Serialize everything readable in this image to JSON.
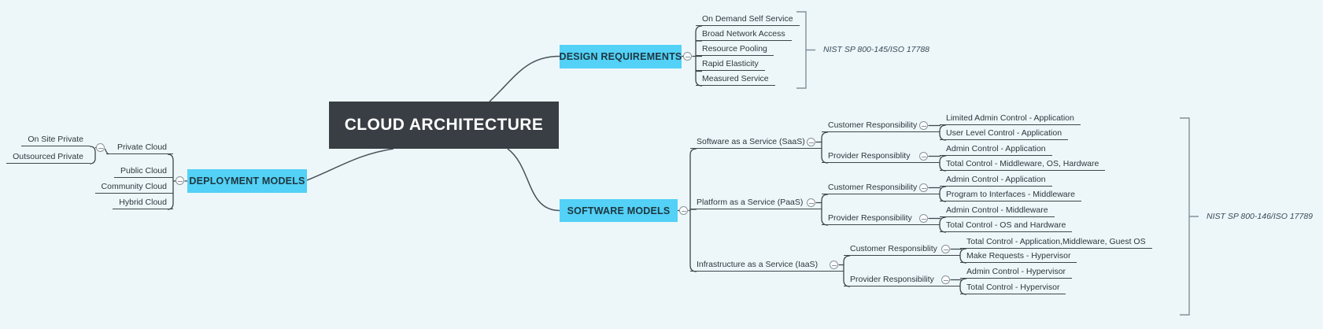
{
  "root": {
    "label": "CLOUD ARCHITECTURE"
  },
  "colors": {
    "background": "#EDF7FA",
    "root_node": "#383E43",
    "branch_accent": "#53D1F6",
    "line": "#3E464C",
    "bracket": "#82909B"
  },
  "design": {
    "label": "DESIGN REQUIREMENTS",
    "annotation": "NIST SP 800-145/ISO 17788",
    "children": [
      {
        "label": "On Demand Self Service"
      },
      {
        "label": "Broad Network Access"
      },
      {
        "label": "Resource Pooling"
      },
      {
        "label": "Rapid Elasticity"
      },
      {
        "label": "Measured Service"
      }
    ]
  },
  "deploy": {
    "label": "DEPLOYMENT MODELS",
    "children": [
      {
        "label": "Private Cloud",
        "children": [
          {
            "label": "On Site Private"
          },
          {
            "label": "Outsourced Private"
          }
        ]
      },
      {
        "label": "Public Cloud"
      },
      {
        "label": "Community Cloud"
      },
      {
        "label": "Hybrid Cloud"
      }
    ]
  },
  "software": {
    "label": "SOFTWARE MODELS",
    "annotation": "NIST SP 800-146/ISO 17789",
    "children": [
      {
        "label": "Software as a Service (SaaS)",
        "children": [
          {
            "label": "Customer Responsibility",
            "children": [
              {
                "label": "Limited Admin Control - Application"
              },
              {
                "label": "User Level Control - Application"
              }
            ]
          },
          {
            "label": "Provider Responsiblity",
            "children": [
              {
                "label": "Admin Control - Application"
              },
              {
                "label": "Total Control - Middleware, OS, Hardware"
              }
            ]
          }
        ]
      },
      {
        "label": "Platform as a Service (PaaS)",
        "children": [
          {
            "label": "Customer Responsibility",
            "children": [
              {
                "label": "Admin Control - Application"
              },
              {
                "label": "Program to Interfaces - Middleware"
              }
            ]
          },
          {
            "label": "Provider Responsibility",
            "children": [
              {
                "label": "Admin Control - Middleware"
              },
              {
                "label": "Total Control - OS and Hardware"
              }
            ]
          }
        ]
      },
      {
        "label": "Infrastructure as a Service (IaaS)",
        "children": [
          {
            "label": "Customer Responsiblity",
            "children": [
              {
                "label": "Total Control - Application,Middleware, Guest OS"
              },
              {
                "label": "Make Requests - Hypervisor"
              }
            ]
          },
          {
            "label": "Provider Responsibility",
            "children": [
              {
                "label": "Admin Control - Hypervisor"
              },
              {
                "label": "Total Control - Hypervisor"
              }
            ]
          }
        ]
      }
    ]
  }
}
